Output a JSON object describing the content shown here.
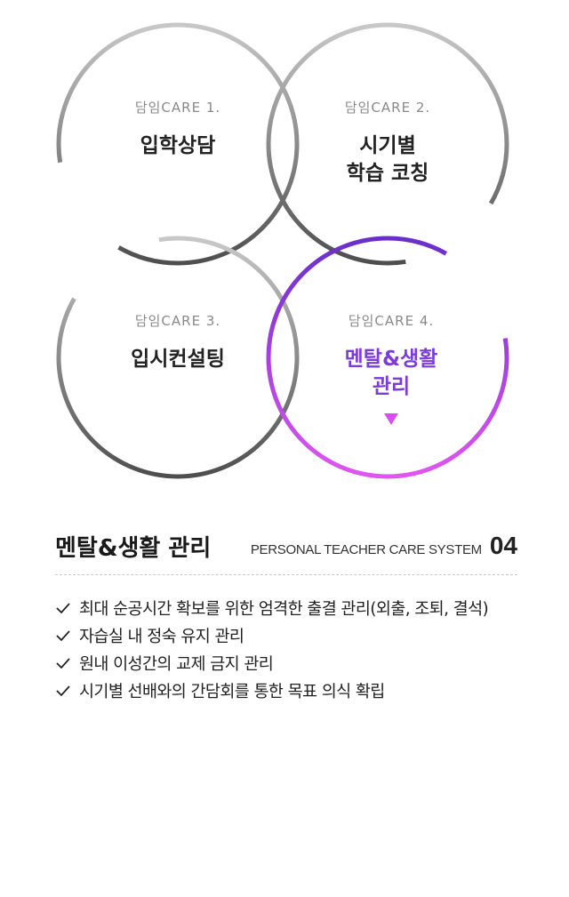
{
  "cares": [
    {
      "number": "담임CARE 1.",
      "title": "입학상담",
      "active": false
    },
    {
      "number": "담임CARE 2.",
      "title": "시기별\n학습 코칭",
      "active": false
    },
    {
      "number": "담임CARE 3.",
      "title": "입시컨설팅",
      "active": false
    },
    {
      "number": "담임CARE 4.",
      "title": "멘탈&생활\n관리",
      "active": true
    }
  ],
  "detail": {
    "heading": "멘탈&생활 관리",
    "system_name": "PERSONAL TEACHER CARE SYSTEM",
    "system_number": "04",
    "items": [
      "최대 순공시간 확보를 위한 엄격한 출결 관리(외출, 조퇴, 결석)",
      "자습실 내 정숙 유지 관리",
      "원내 이성간의 교제 금지 관리",
      "시기별 선배와의 간담회를 통한 목표 의식 확립"
    ]
  },
  "colors": {
    "ring_light": "#c4c4c4",
    "ring_dark": "#5a5a5a",
    "active_start": "#6a2fc9",
    "active_end": "#e055f0",
    "active_text": "#7b3dd6",
    "arrow": "#d94ef0"
  },
  "icons": {
    "list_bullet": "check-icon",
    "active_marker": "triangle-down-icon"
  }
}
